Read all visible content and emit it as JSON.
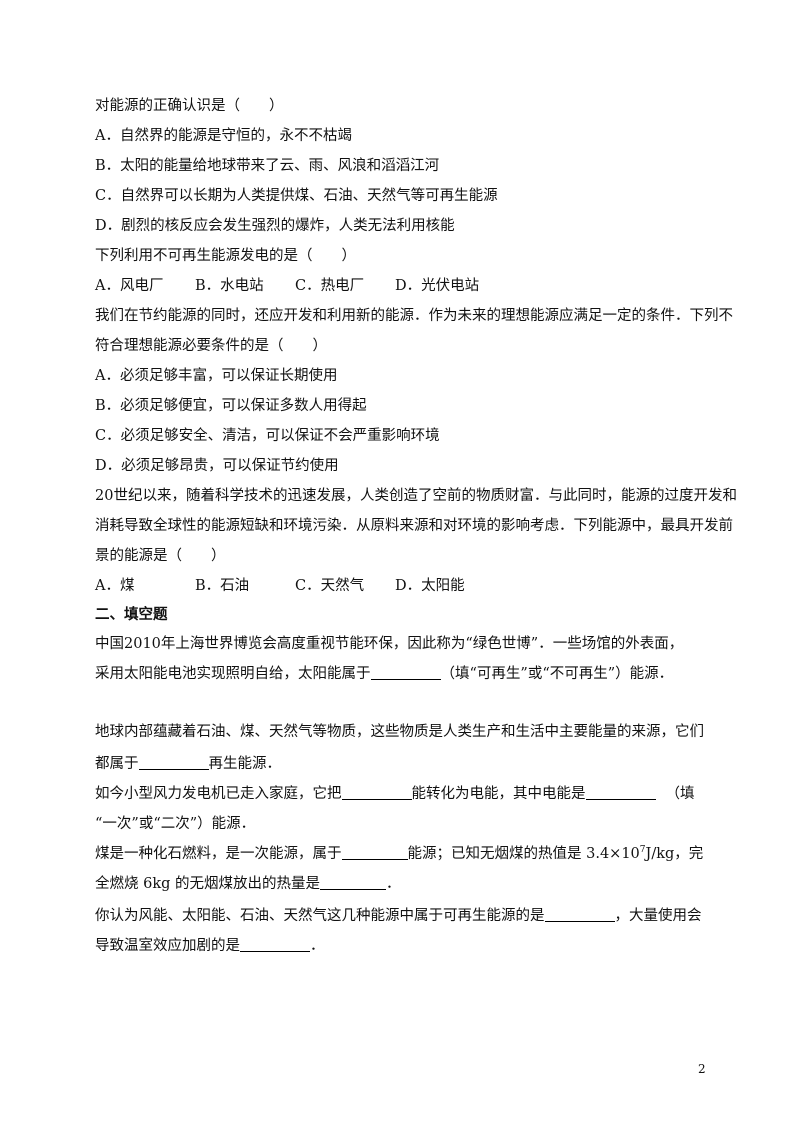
{
  "q1": {
    "stem": "对能源的正确认识是（　　）",
    "A": "A．自然界的能源是守恒的，永不不枯竭",
    "B": "B．太阳的能量给地球带来了云、雨、风浪和滔滔江河",
    "C": "C．自然界可以长期为人类提供煤、石油、天然气等可再生能源",
    "D": "D．剧烈的核反应会发生强烈的爆炸，人类无法利用核能"
  },
  "q2": {
    "stem": "下列利用不可再生能源发电的是（　　）",
    "A": "A．风电厂",
    "B": "B．水电站",
    "C": "C．热电厂",
    "D": "D．光伏电站"
  },
  "q3": {
    "stem_line1": "我们在节约能源的同时，还应开发和利用新的能源．作为未来的理想能源应满足一定的条件．下列不",
    "stem_line2": "符合理想能源必要条件的是（　　）",
    "A": "A．必须足够丰富，可以保证长期使用",
    "B": "B．必须足够便宜，可以保证多数人用得起",
    "C": "C．必须足够安全、清洁，可以保证不会严重影响环境",
    "D": "D．必须足够昂贵，可以保证节约使用"
  },
  "q4": {
    "stem_line1": "20世纪以来，随着科学技术的迅速发展，人类创造了空前的物质财富．与此同时，能源的过度开发和",
    "stem_line2": "消耗导致全球性的能源短缺和环境污染．从原料来源和对环境的影响考虑．下列能源中，最具开发前",
    "stem_line3": "景的能源是（　　）",
    "A": "A．煤",
    "B": "B．石油",
    "C": "C．天然气",
    "D": "D．太阳能"
  },
  "section2": {
    "title": "二、填空题"
  },
  "f1": {
    "line1": "中国2010年上海世界博览会高度重视节能环保，因此称为“绿色世博”．一些场馆的外表面，",
    "line2a": "采用太阳能电池实现照明自给，太阳能属于",
    "line2b": "（填“可再生”或“不可再生”）能源．"
  },
  "f2": {
    "line1": "地球内部蕴藏着石油、煤、天然气等物质，这些物质是人类生产和生活中主要能量的来源，它们",
    "line2a": "都属于",
    "line2b": "再生能源．"
  },
  "f3": {
    "line1a": "如今小型风力发电机已走入家庭，它把",
    "line1b": "能转化为电能，其中电能是",
    "line1c": "（填",
    "line2": "“一次”或“二次”）能源．"
  },
  "f4": {
    "line1a": "煤是一种化石燃料，是一次能源，属于",
    "line1b": "能源；已知无烟煤的热值是 3.4×10",
    "line1sup": "7",
    "line1c": "J/kg，完",
    "line2a": "全燃烧 6kg 的无烟煤放出的热量是",
    "line2b": "．"
  },
  "f5": {
    "line1a": "你认为风能、太阳能、石油、天然气这几种能源中属于可再生能源的是",
    "line1b": "，大量使用会",
    "line2a": "导致温室效应加剧的是",
    "line2b": "．"
  },
  "page_number": "2"
}
